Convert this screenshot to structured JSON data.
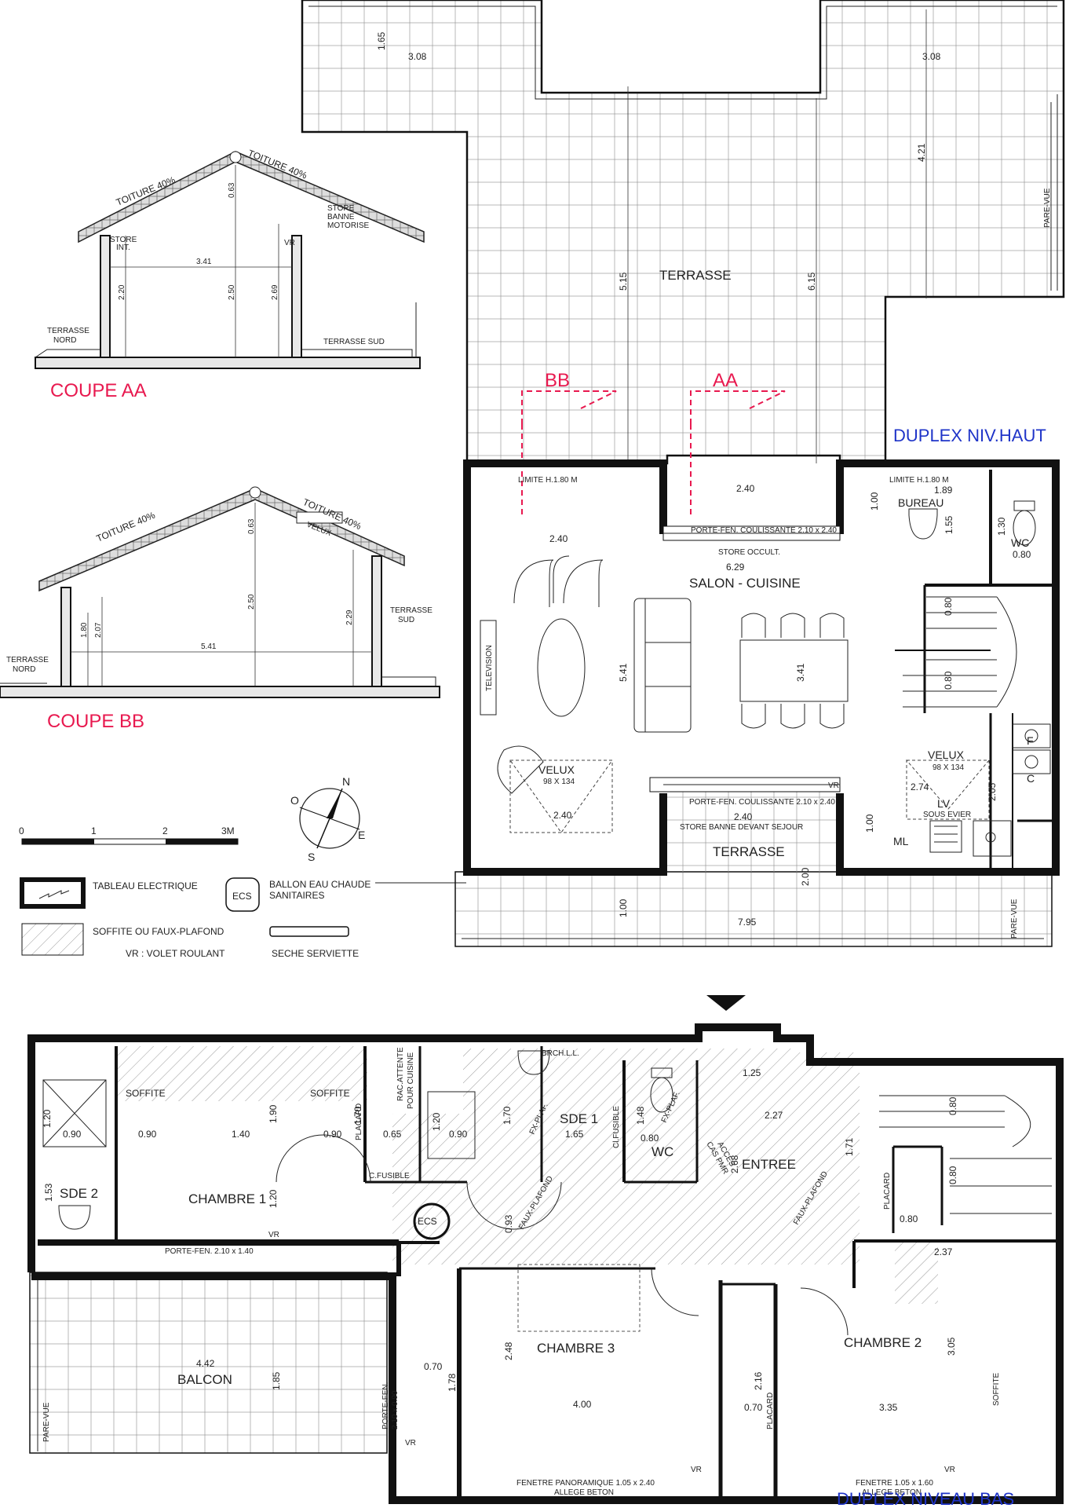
{
  "titles": {
    "coupe_aa": "COUPE AA",
    "coupe_bb": "COUPE BB",
    "niv_haut": "DUPLEX NIV.HAUT",
    "niv_bas": "DUPLEX NIVEAU BAS"
  },
  "colors": {
    "section_red": "#e8194f",
    "level_blue": "#1f34c8"
  },
  "coupe_aa": {
    "toiture_l": "TOITURE 40%",
    "toiture_r": "TOITURE 40%",
    "store_banne": "STORE",
    "store_banne2": "BANNE",
    "store_banne3": "MOTORISE",
    "store_int": "STORE",
    "store_int2": "INT.",
    "vr": "VR",
    "terrasse_nord": "TERRASSE",
    "terrasse_nord2": "NORD",
    "terrasse_sud": "TERRASSE SUD",
    "d_063": "0.63",
    "d_341": "3.41",
    "d_220": "2.20",
    "d_250": "2.50",
    "d_269": "2.69"
  },
  "coupe_bb": {
    "toiture_l": "TOITURE 40%",
    "toiture_r": "TOITURE 40%",
    "velux": "VELUX",
    "terrasse_sud": "TERRASSE",
    "terrasse_sud2": "SUD",
    "terrasse_nord": "TERRASSE",
    "terrasse_nord2": "NORD",
    "d_063": "0.63",
    "d_180": "1.80",
    "d_207": "2.07",
    "d_250": "2.50",
    "d_229": "2.29",
    "d_541": "5.41"
  },
  "scale": {
    "s0": "0",
    "s1": "1",
    "s2": "2",
    "s3": "3M"
  },
  "compass": {
    "n": "N",
    "e": "E",
    "s": "S",
    "o": "O"
  },
  "legend": {
    "tableau": "TABLEAU ELECTRIQUE",
    "ecs": "ECS",
    "ballon1": "BALLON EAU CHAUDE",
    "ballon2": "SANITAIRES",
    "soffite": "SOFFITE OU FAUX-PLAFOND",
    "vr": "VR : VOLET ROULANT",
    "seche": "SECHE SERVIETTE"
  },
  "haut": {
    "terrasse": "TERRASSE",
    "terrasse2": "TERRASSE",
    "salon": "SALON - CUISINE",
    "bureau": "BUREAU",
    "wc": "WC",
    "bb": "BB",
    "aa": "AA",
    "limite1": "LIMITE H.1.80 M",
    "limite2": "LIMITE H.1.80 M",
    "porte1": "PORTE-FEN. COULISSANTE 2.10 x 2.40",
    "store_occ": "STORE OCCULT.",
    "porte2": "PORTE-FEN. COULISSANTE 2.10 x 2.40",
    "store_banne": "STORE BANNE DEVANT SEJOUR",
    "television": "TELEVISION",
    "velux1": "VELUX",
    "velux1s": "98 X 134",
    "velux2": "VELUX",
    "velux2s": "98 X 134",
    "lv": "LV",
    "sous_evier": "SOUS EVIER",
    "ml": "ML",
    "f": "F",
    "c": "C",
    "vr": "VR",
    "pare_vue1": "PARE-VUE",
    "pare_vue2": "PARE-VUE",
    "d165": "1.65",
    "d308a": "3.08",
    "d308b": "3.08",
    "d421": "4.21",
    "d515": "5.15",
    "d615": "6.15",
    "d240a": "2.40",
    "d240b": "2.40",
    "d240c": "2.40",
    "d240d": "2.40",
    "d189": "1.89",
    "d100a": "1.00",
    "d155": "1.55",
    "d130": "1.30",
    "d080a": "0.80",
    "d629": "6.29",
    "d080b": "0.80",
    "d080c": "0.80",
    "d541": "5.41",
    "d341": "3.41",
    "d274": "2.74",
    "d205": "2.05",
    "d100b": "1.00",
    "d200": "2.00",
    "d100c": "1.00",
    "d795": "7.95"
  },
  "bas": {
    "chambre1": "CHAMBRE 1",
    "chambre2": "CHAMBRE 2",
    "chambre3": "CHAMBRE 3",
    "sde1": "SDE 1",
    "sde2": "SDE 2",
    "wc": "WC",
    "entree": "ENTREE",
    "balcon": "BALCON",
    "ecs": "ECS",
    "soffite1": "SOFFITE",
    "soffite2": "SOFFITE",
    "soffite3": "SOFFITE",
    "placard1": "PLACARD",
    "placard2": "PLACARD",
    "placard3": "PLACARD",
    "rac": "RAC.ATTENTE",
    "rac2": "POUR CUISINE",
    "brch": "BRCH.L.L.",
    "cfusible1": "C.FUSIBLE",
    "cfusible2": "Cl.FUSIBLE",
    "fxplaf1": "FX-PLAF.",
    "fxplaf2": "FX-PLAF.",
    "fauxplaf1": "FAUX-PLAFOND",
    "fauxplaf2": "FAUX-PLAFOND",
    "acces": "ACCES",
    "cas_pmr": "CAS PMR",
    "porte_fen1": "PORTE-FEN. 2.10 x 1.40",
    "porte_fen2": "PORTE-FEN.",
    "porte_fen2b": "2.10 x 0.90",
    "fenetre_pan": "FENETRE PANORAMIQUE 1.05 x 2.40",
    "allege1": "ALLEGE BETON",
    "fenetre2": "FENETRE 1.05 x 1.60",
    "allege2": "ALLEGE BETON",
    "vr1": "VR",
    "vr2": "VR",
    "vr3": "VR",
    "vr4": "VR",
    "pare_vue": "PARE-VUE",
    "d120a": "1.20",
    "d090a": "0.90",
    "d090b": "0.90",
    "d140": "1.40",
    "d090c": "0.90",
    "d190": "1.90",
    "d170a": "1.70",
    "d065": "0.65",
    "d120b": "1.20",
    "d090d": "0.90",
    "d170b": "1.70",
    "d165": "1.65",
    "d148": "1.48",
    "d080a": "0.80",
    "d125": "1.25",
    "d227": "2.27",
    "d268": "2.68",
    "d171": "1.71",
    "d080b": "0.80",
    "d080c": "0.80",
    "d080d": "0.80",
    "d153": "1.53",
    "d120c": "1.20",
    "d093": "0.93",
    "d237": "2.37",
    "d442": "4.42",
    "d185": "1.85",
    "d070a": "0.70",
    "d178": "1.78",
    "d248": "2.48",
    "d400": "4.00",
    "d216": "2.16",
    "d070b": "0.70",
    "d305": "3.05",
    "d335": "3.35"
  }
}
